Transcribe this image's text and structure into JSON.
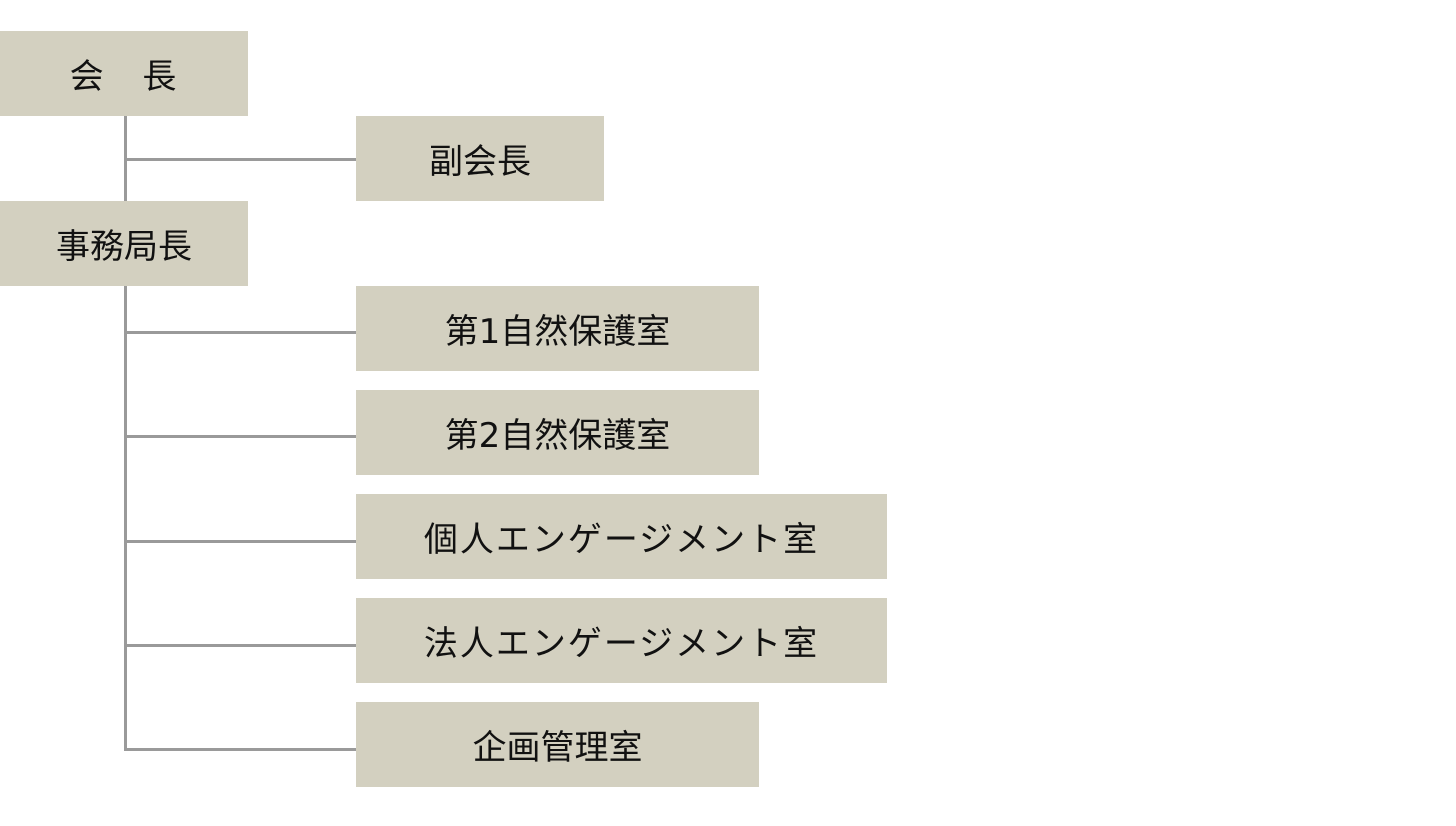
{
  "org_chart": {
    "nodes": {
      "chairman": "会 長",
      "vice_chairman": "副会長",
      "secretary_general": "事務局長",
      "nature_office_1": "第1自然保護室",
      "nature_office_2": "第2自然保護室",
      "individual_engagement": "個人エンゲージメント室",
      "corporate_engagement": "法人エンゲージメント室",
      "planning_management": "企画管理室"
    },
    "edges": [
      [
        "chairman",
        "vice_chairman"
      ],
      [
        "chairman",
        "secretary_general"
      ],
      [
        "secretary_general",
        "nature_office_1"
      ],
      [
        "secretary_general",
        "nature_office_2"
      ],
      [
        "secretary_general",
        "individual_engagement"
      ],
      [
        "secretary_general",
        "corporate_engagement"
      ],
      [
        "secretary_general",
        "planning_management"
      ]
    ],
    "colors": {
      "box_fill": "#d3d0c0",
      "connector": "#9a9a9a",
      "text": "#111111"
    }
  }
}
